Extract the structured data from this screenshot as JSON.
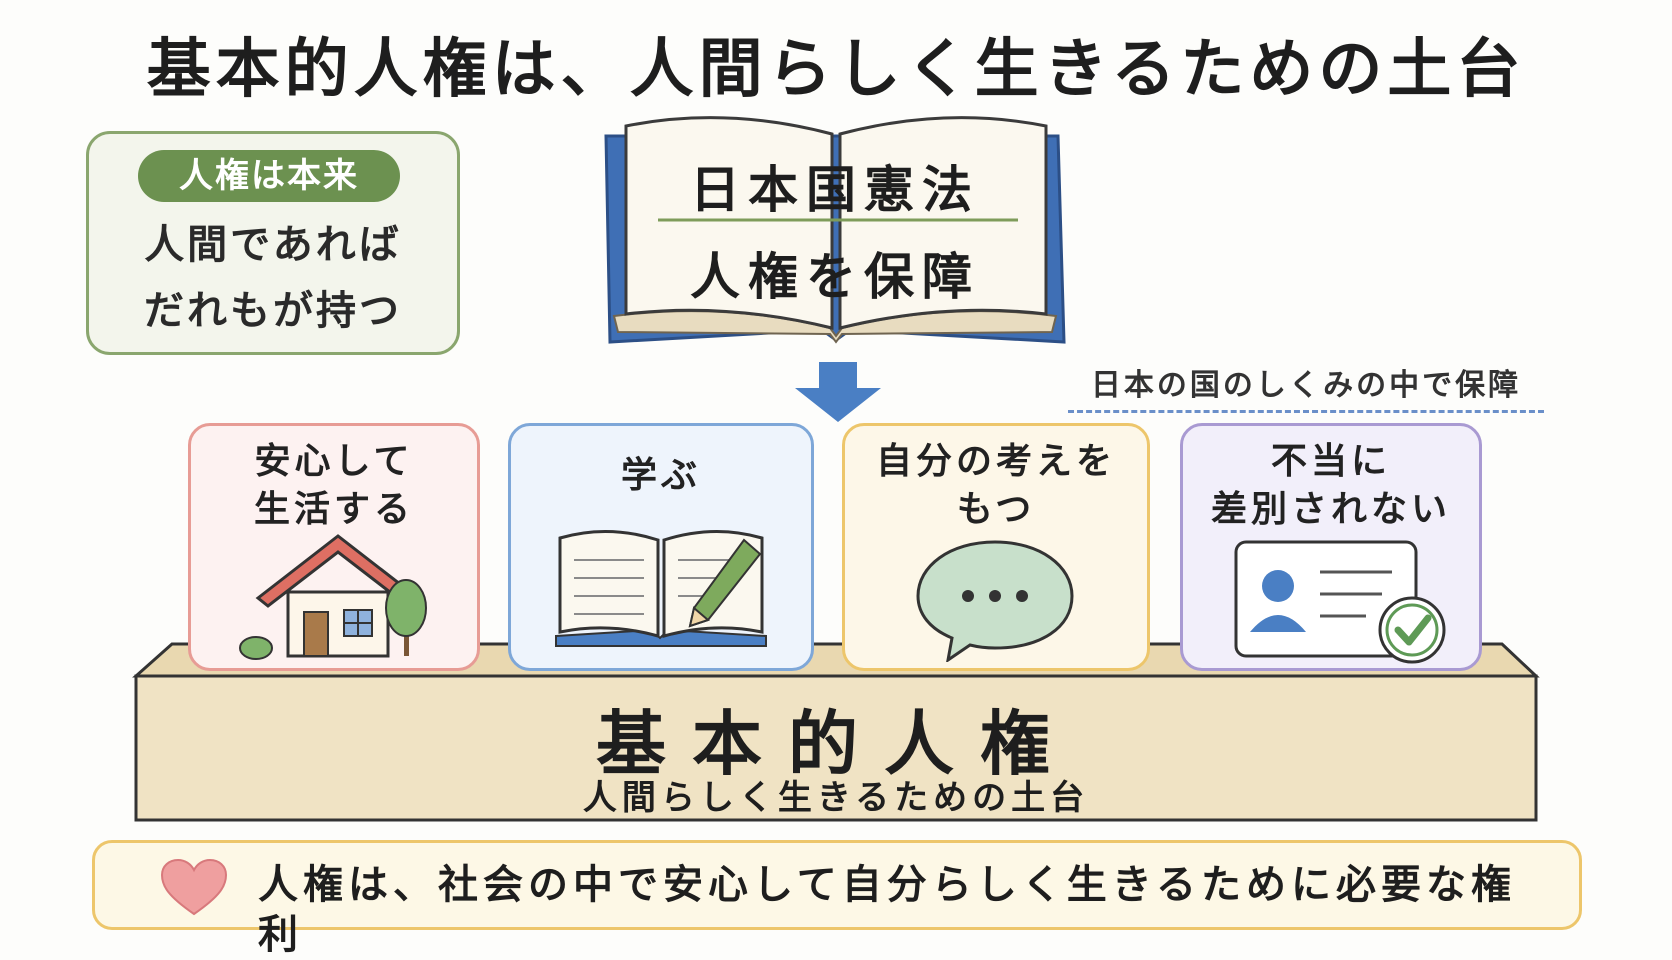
{
  "title": "基本的人権は、人間らしく生きるための土台",
  "note": {
    "pill": "人権は本来",
    "line1": "人間であれば",
    "line2": "だれもが持つ"
  },
  "book": {
    "line1": "日本国憲法",
    "line2": "人権を保障"
  },
  "side_note": "日本の国のしくみの中で保障",
  "cards": [
    {
      "line1": "安心して",
      "line2": "生活する",
      "icon": "house-icon",
      "border": "#e79c95",
      "bg": "#fdf2f1"
    },
    {
      "line1": "学ぶ",
      "line2": "",
      "icon": "book-pencil-icon",
      "border": "#7ea7d8",
      "bg": "#eef4fc"
    },
    {
      "line1": "自分の考えを",
      "line2": "もつ",
      "icon": "speech-bubble-icon",
      "border": "#edc66b",
      "bg": "#fdf7e8"
    },
    {
      "line1": "不当に",
      "line2": "差別されない",
      "icon": "id-card-check-icon",
      "border": "#a99ad2",
      "bg": "#f2effa"
    }
  ],
  "base": {
    "title": "基本的人権",
    "subtitle": "人間らしく生きるための土台"
  },
  "banner": {
    "text": "人権は、社会の中で安心して自分らしく生きるために必要な権利",
    "icon": "heart-icon"
  },
  "colors": {
    "green": "#6c9150",
    "book_blue": "#3f6fb5",
    "base": "#f0e3c4",
    "heart": "#ef9f9f"
  }
}
